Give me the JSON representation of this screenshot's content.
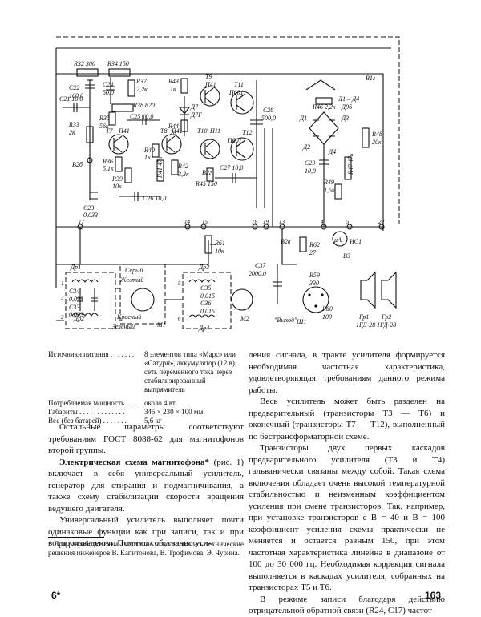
{
  "schematic": {
    "labels": {
      "r32": "R32 300",
      "r34": "R34 150",
      "c22": "C22",
      "c22v": "100,0",
      "c24": "C24",
      "c24v": "50,0",
      "r37": "R37",
      "r37v": "2,2к",
      "r43": "R43",
      "r43v": "1к",
      "t9": "T9",
      "t9t": "П41",
      "t11": "T11",
      "t11t": "П601",
      "c21": "C21 10,0",
      "c25": "C25 10,0",
      "r38": "R38 820",
      "r35": "R35",
      "r35v": "56к",
      "d7": "Д7",
      "d7t": "Д7Г",
      "r33": "R33",
      "r33v": "2к",
      "t7": "T7",
      "t7t": "П41",
      "t8": "T8",
      "t8t": "П41",
      "t10": "T10",
      "t10t": "П11",
      "t12": "T12",
      "t12t": "П601",
      "c28": "C28",
      "c28v": "500,0",
      "r44": "R44",
      "r44v": "20",
      "r36": "R36",
      "r36v": "5,1к",
      "r40": "R40",
      "r40v": "1к",
      "r41": "R41 47к",
      "r42": "R42",
      "r42v": "3,3к",
      "b2b": "B2б",
      "b2g": "B2г",
      "c27": "C27 10,0",
      "r39": "R39",
      "r39v": "10к",
      "r45": "R45 150",
      "c26": "C26 10,0",
      "c23": "C23",
      "c23v": "0,033",
      "r46": "R46 2,2к",
      "d1d4": "Д1 – Д4",
      "d96": "Д96",
      "d1": "Д1",
      "d2": "Д2",
      "d3": "Д3",
      "d4": "Д4",
      "b1g": "B1г",
      "r48": "R48",
      "r48v": "20к",
      "c29": "C29",
      "c29v": "10,0",
      "r47": "R47 47к",
      "r49": "R49",
      "r49v": "1,5к",
      "n17": "17",
      "n14": "14",
      "n15": "15",
      "n18": "18",
      "n19": "19",
      "n13": "13",
      "n4": "4",
      "n5": "5",
      "n20": "20",
      "r61": "R61",
      "r61v": "10к",
      "b2v": "B2в",
      "r62": "R62",
      "r62v": "27",
      "ma": "μA",
      "ic1": "ИС1",
      "b3": "B3",
      "c37": "C37",
      "c37v": "2000,0",
      "dr1": "Др1",
      "dr2": "Др2",
      "seryi": "Серый",
      "zheltyi": "Желтый",
      "c34": "C34",
      "c34v": "0,033",
      "c33": "C33",
      "c33v": "0,033",
      "krasnyi": "Красный",
      "zelenyi": "Зеленый",
      "m1": "M1",
      "dr3": "Др3",
      "dr4": "Др4",
      "c35": "C35",
      "c35v": "0,015",
      "c36": "C36",
      "c36v": "0,015",
      "m2": "M2",
      "vykhod": "\"Выход\"",
      "sh1": "Ш1",
      "r59": "R59",
      "r59v": "330",
      "r60": "R60",
      "r60v": "100",
      "gr1": "Гр1",
      "gr1t": "1ГД-28",
      "gr2": "Гр2",
      "gr2t": "1ГД-28",
      "t1": "1",
      "t2": "2",
      "t3": "3",
      "t4": "4",
      "t5": "5",
      "t6": "6",
      "t7n": "7",
      "t8n": "8"
    }
  },
  "specs": [
    {
      "k": "Источники питания . . . . . . .",
      "v": "8 элементов типа «Марс» или «Сатурн», аккумулятор (12 в), сеть переменного тока через стабилизированный выпрямитель"
    },
    {
      "k": "Потребляемая мощность . . . . .",
      "v": "около 4 вт"
    },
    {
      "k": "Габариты . . . . . . . . . . . . .",
      "v": "345 × 230 × 100 мм"
    },
    {
      "k": "Вес (без батарей) . . . . . . .",
      "v": "5,6 кг"
    }
  ],
  "left_column": {
    "p1": "Остальные параметры соответствуют требованиям ГОСТ 8088-62 для магнитофонов второй группы.",
    "heading": "Электрическая схема магнитофона*",
    "p2": "(рис. 1) включает в себя универсальный усилитель, генератор для стирания и подмагничивания, а также схему стабилизации скорости вращения ведущего двигателя.",
    "p3": "Универсальный усилитель выполняет почти одинаковые функции как при записи, так и при воспроизведении. Помимо собственно уси-"
  },
  "footnote": "* При разработке схемы частично использовались технические решения инженеров В. Капитонова, В. Трофимова, Э. Чурина.",
  "right_column": {
    "p0": "ления сигнала, в тракте усилителя формируется необходимая частотная характеристика, удовлетворяющая требованиям данного режима работы.",
    "p1": "Весь усилитель может быть разделен на предварительный (транзисторы T3 — T6) и оконечный (транзисторы T7 — T12), выполненный по бестрансформаторной схеме.",
    "p2": "Транзисторы двух первых каскадов предварительного усилителя (T3 и T4) гальванически связаны между собой. Такая схема включения обладает очень высокой температурной стабильностью и неизменным коэффициентом усиления при смене транзисторов. Так, например, при установке транзисторов с B = 40 и B = 100 коэффициент усиления схемы практически не меняется и остается равным 150, при этом частотная характеристика линейна в диапазоне от 100 до 30 000 гц. Необходимая коррекция сигнала выполняется в каскадах усилителя, собранных на транзисторах T5 и T6.",
    "p3": "В режиме записи благодаря действию отрицательной обратной связи (R24, C17) частот-"
  },
  "page": {
    "left": "6*",
    "right": "163"
  }
}
